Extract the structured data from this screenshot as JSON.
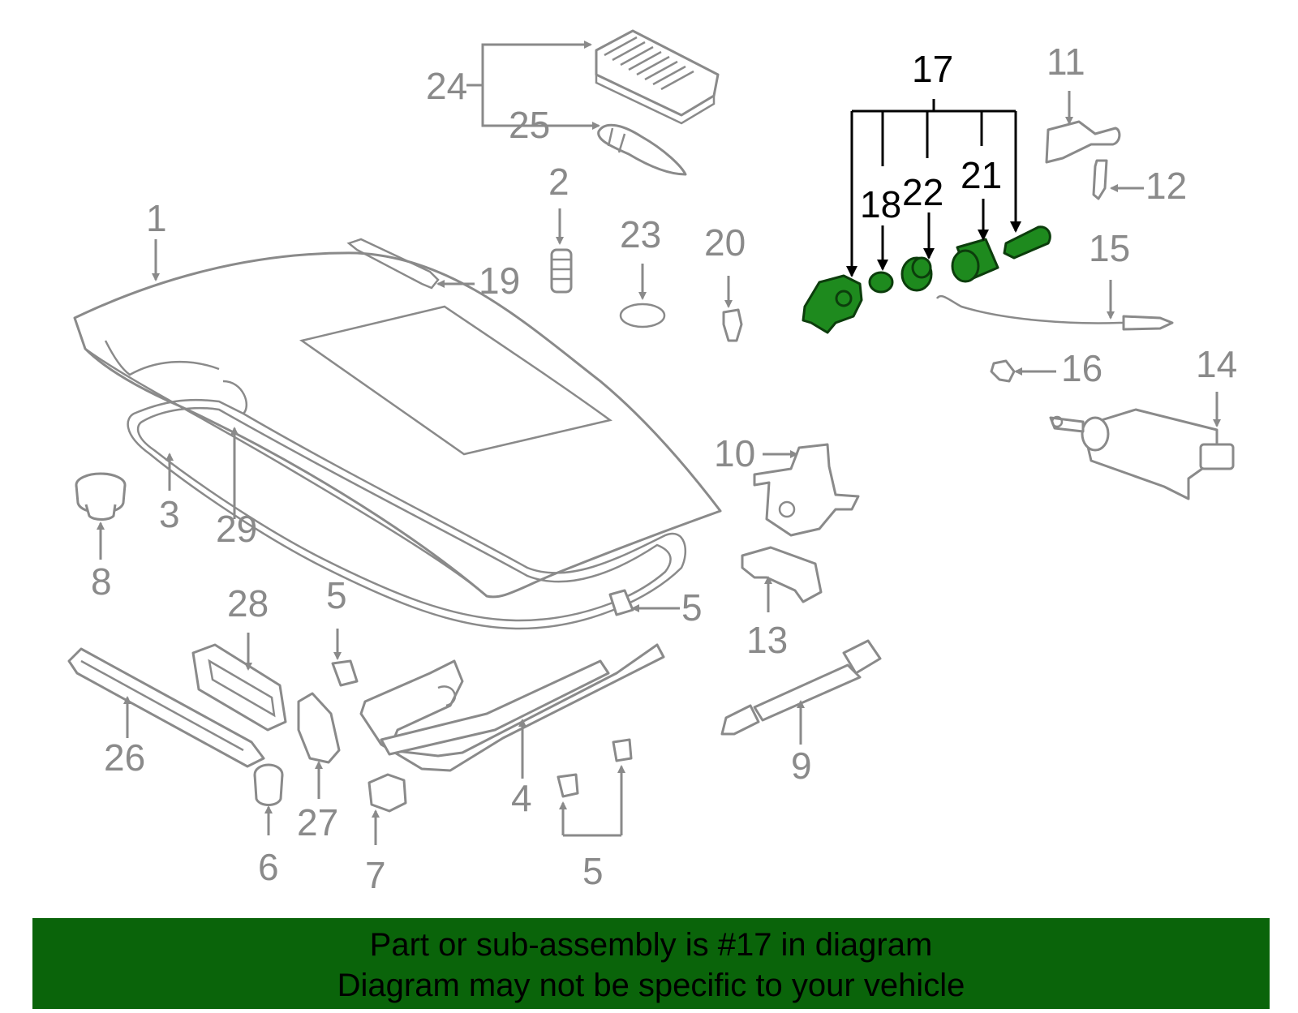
{
  "callouts": {
    "c1": "1",
    "c2": "2",
    "c3": "3",
    "c4": "4",
    "c5a": "5",
    "c5b": "5",
    "c5c": "5",
    "c6": "6",
    "c7": "7",
    "c8": "8",
    "c9": "9",
    "c10": "10",
    "c11": "11",
    "c12": "12",
    "c13": "13",
    "c14": "14",
    "c15": "15",
    "c16": "16",
    "c17": "17",
    "c18": "18",
    "c19": "19",
    "c20": "20",
    "c21": "21",
    "c22": "22",
    "c23": "23",
    "c24": "24",
    "c25": "25",
    "c26": "26",
    "c27": "27",
    "c28": "28",
    "c29": "29"
  },
  "banner": {
    "line1": "Part or sub-assembly is #17 in diagram",
    "line2": "Diagram may not be specific to your vehicle"
  },
  "colors": {
    "highlight": "#1e8a1e",
    "banner": "#0a640a",
    "line_art": "#8a8a8a"
  }
}
